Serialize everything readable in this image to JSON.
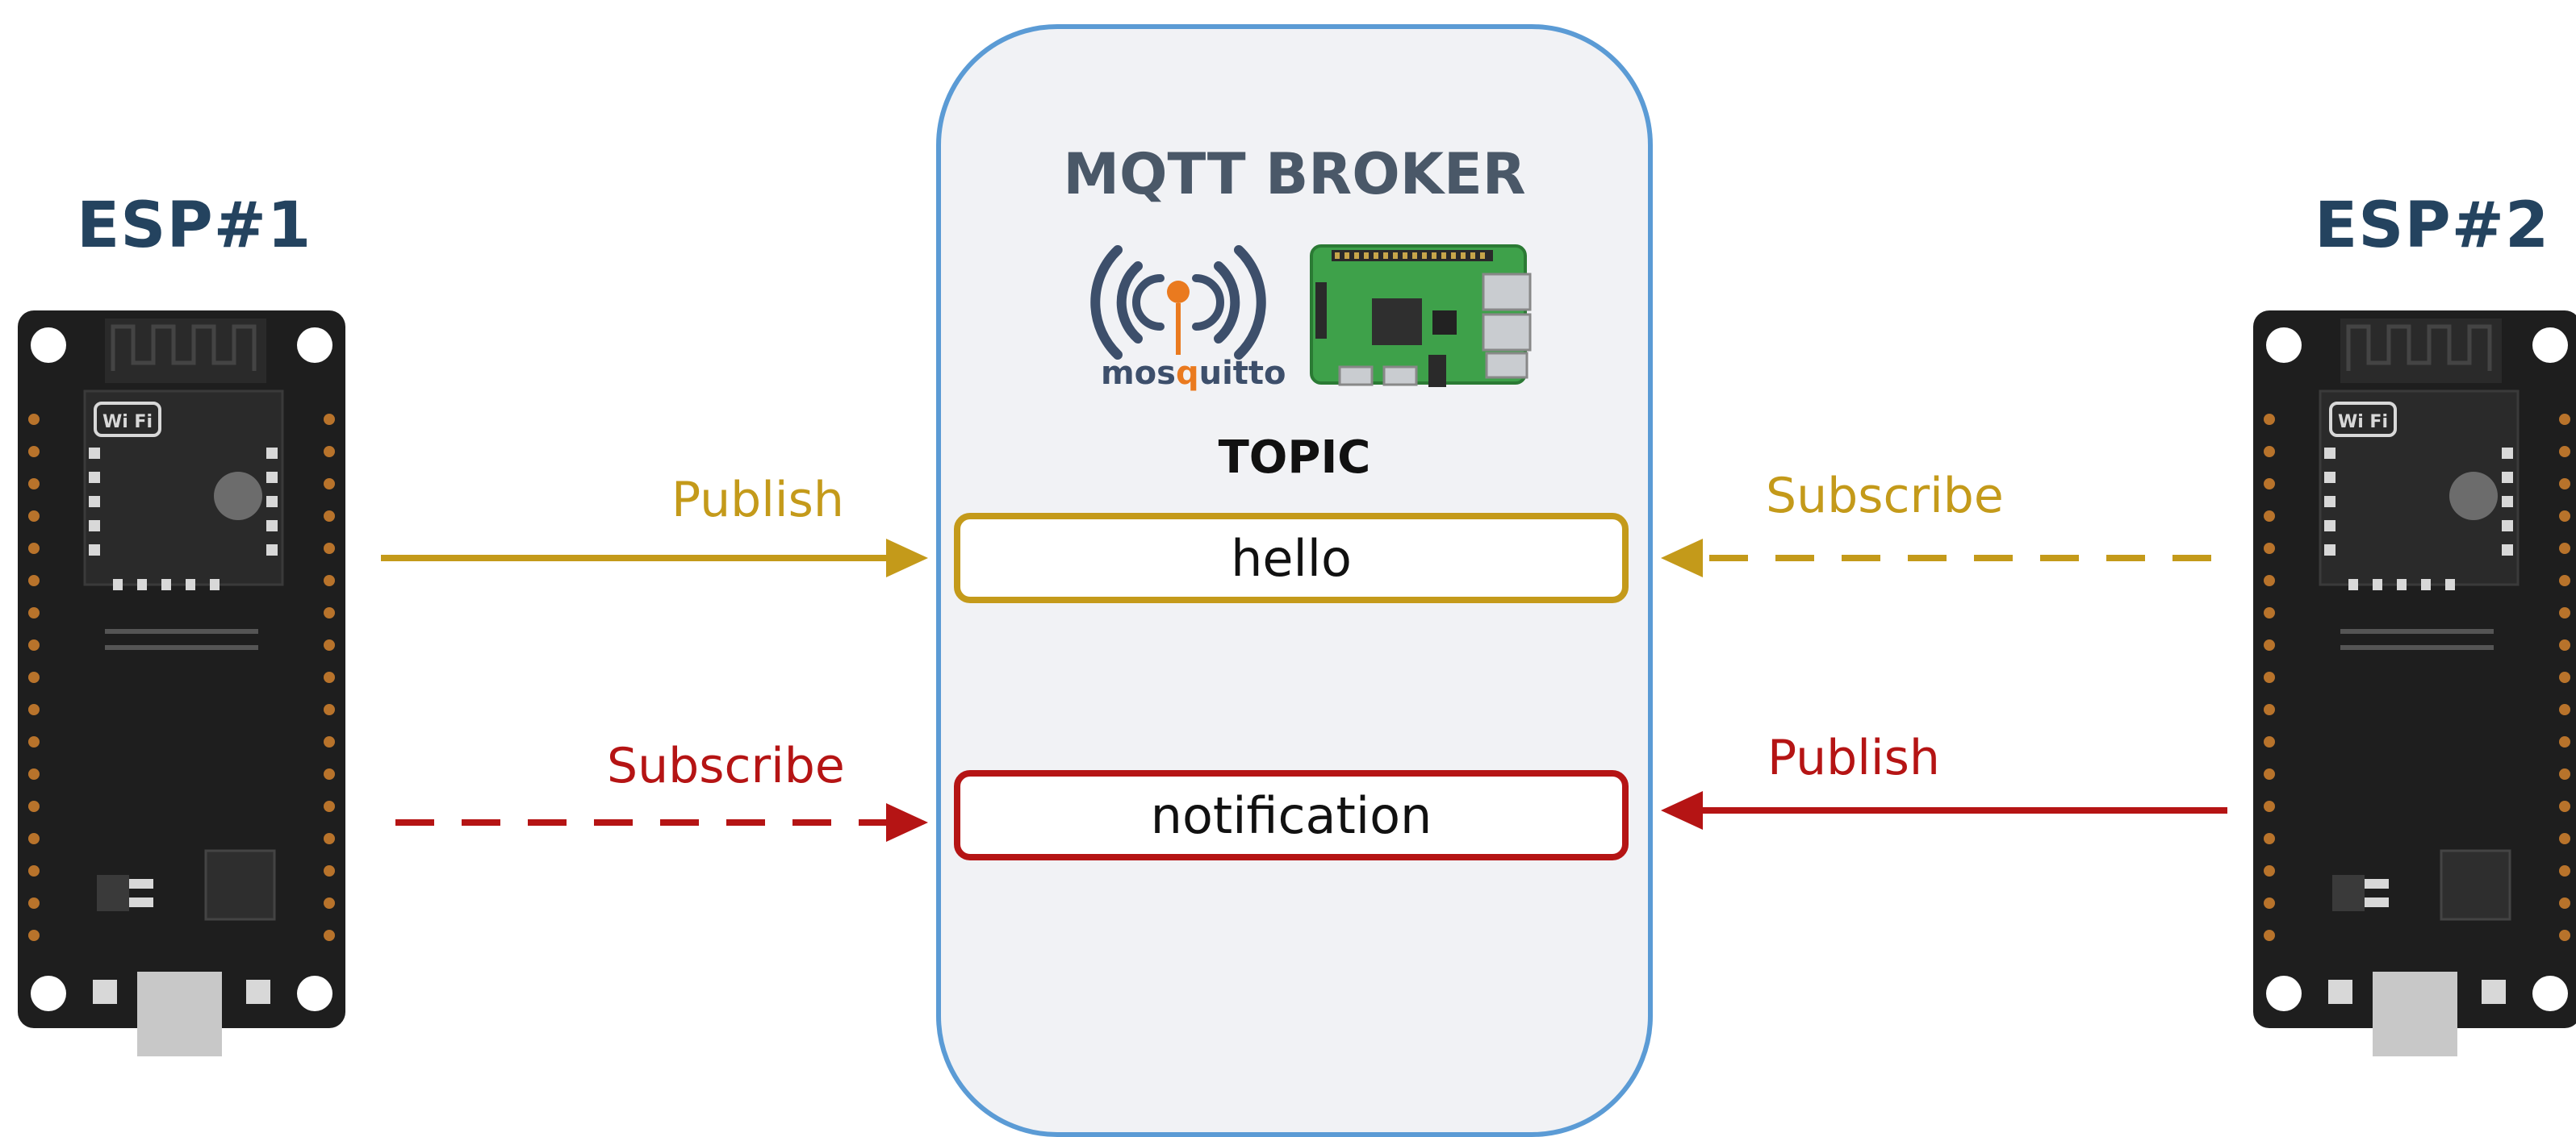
{
  "devices": {
    "left": {
      "title": "ESP#1"
    },
    "right": {
      "title": "ESP#2"
    }
  },
  "broker": {
    "title": "MQTT BROKER",
    "logo_text_prefix": "mos",
    "logo_text_accent": "q",
    "logo_text_suffix": "uitto",
    "topic_heading": "TOPIC",
    "topics": [
      "hello",
      "notification"
    ]
  },
  "flows": {
    "esp1_publish": {
      "label": "Publish",
      "topic": "hello",
      "style": "solid",
      "color": "#c49a1a"
    },
    "esp1_subscribe": {
      "label": "Subscribe",
      "topic": "notification",
      "style": "dashed",
      "color": "#b51414"
    },
    "esp2_subscribe": {
      "label": "Subscribe",
      "topic": "hello",
      "style": "dashed",
      "color": "#c49a1a"
    },
    "esp2_publish": {
      "label": "Publish",
      "topic": "notification",
      "style": "solid",
      "color": "#b51414"
    }
  },
  "board": {
    "wifi_badge": "Wi Fi"
  },
  "colors": {
    "gold": "#c49a1a",
    "red": "#b51414",
    "broker_border": "#5b9bd5",
    "broker_fill": "#f1f2f5",
    "title_navy": "#24435f"
  },
  "icons": {
    "mosquitto_logo": "mosquitto-logo-icon",
    "raspberry_pi": "raspberry-pi-board-icon",
    "esp32_board": "esp32-board-icon"
  }
}
